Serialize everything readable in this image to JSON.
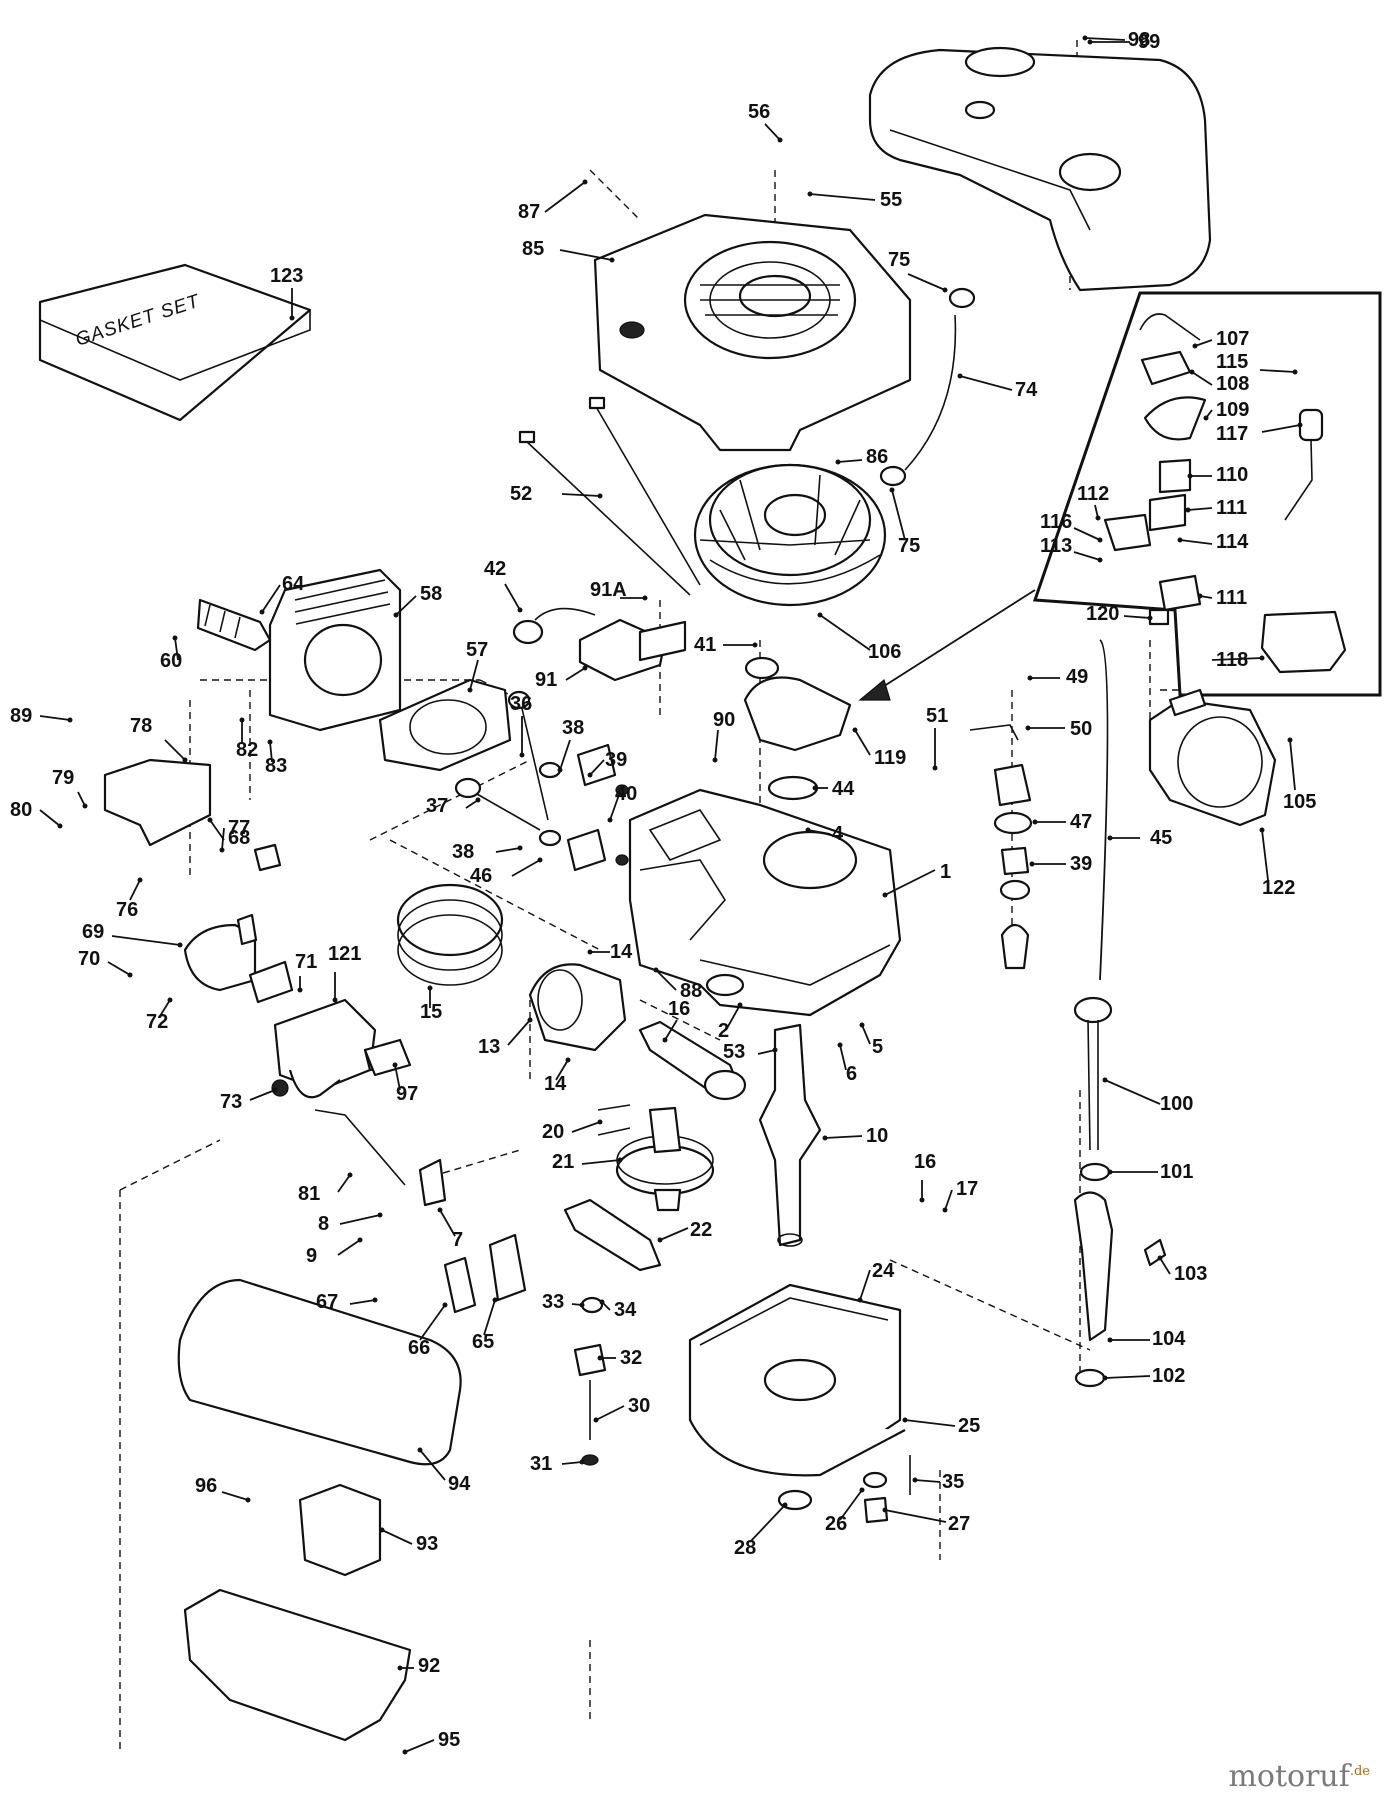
{
  "diagram": {
    "gasket_set_text": "GASKET SET",
    "labels": [
      {
        "text": "98"
      },
      {
        "text": "99"
      },
      {
        "text": "56"
      },
      {
        "text": "55"
      },
      {
        "text": "87"
      },
      {
        "text": "85"
      },
      {
        "text": "75"
      },
      {
        "text": "123"
      },
      {
        "text": "74"
      },
      {
        "text": "107"
      },
      {
        "text": "115"
      },
      {
        "text": "108"
      },
      {
        "text": "109"
      },
      {
        "text": "117"
      },
      {
        "text": "52"
      },
      {
        "text": "86"
      },
      {
        "text": "110"
      },
      {
        "text": "75"
      },
      {
        "text": "112"
      },
      {
        "text": "111"
      },
      {
        "text": "116"
      },
      {
        "text": "113"
      },
      {
        "text": "114"
      },
      {
        "text": "111"
      },
      {
        "text": "120"
      },
      {
        "text": "118"
      },
      {
        "text": "42"
      },
      {
        "text": "91A"
      },
      {
        "text": "64"
      },
      {
        "text": "58"
      },
      {
        "text": "60"
      },
      {
        "text": "41"
      },
      {
        "text": "106"
      },
      {
        "text": "49"
      },
      {
        "text": "57"
      },
      {
        "text": "91"
      },
      {
        "text": "89"
      },
      {
        "text": "36"
      },
      {
        "text": "38"
      },
      {
        "text": "90"
      },
      {
        "text": "51"
      },
      {
        "text": "50"
      },
      {
        "text": "78"
      },
      {
        "text": "82"
      },
      {
        "text": "119"
      },
      {
        "text": "105"
      },
      {
        "text": "39"
      },
      {
        "text": "83"
      },
      {
        "text": "79"
      },
      {
        "text": "44"
      },
      {
        "text": "37"
      },
      {
        "text": "40"
      },
      {
        "text": "80"
      },
      {
        "text": "4"
      },
      {
        "text": "47"
      },
      {
        "text": "45"
      },
      {
        "text": "38"
      },
      {
        "text": "77"
      },
      {
        "text": "68"
      },
      {
        "text": "39"
      },
      {
        "text": "46"
      },
      {
        "text": "1"
      },
      {
        "text": "122"
      },
      {
        "text": "76"
      },
      {
        "text": "69"
      },
      {
        "text": "14"
      },
      {
        "text": "70"
      },
      {
        "text": "71"
      },
      {
        "text": "121"
      },
      {
        "text": "88"
      },
      {
        "text": "16"
      },
      {
        "text": "2"
      },
      {
        "text": "15"
      },
      {
        "text": "72"
      },
      {
        "text": "13"
      },
      {
        "text": "53"
      },
      {
        "text": "5"
      },
      {
        "text": "6"
      },
      {
        "text": "14"
      },
      {
        "text": "73"
      },
      {
        "text": "97"
      },
      {
        "text": "100"
      },
      {
        "text": "20"
      },
      {
        "text": "10"
      },
      {
        "text": "101"
      },
      {
        "text": "81"
      },
      {
        "text": "21"
      },
      {
        "text": "16"
      },
      {
        "text": "17"
      },
      {
        "text": "8"
      },
      {
        "text": "22"
      },
      {
        "text": "9"
      },
      {
        "text": "7"
      },
      {
        "text": "103"
      },
      {
        "text": "24"
      },
      {
        "text": "67"
      },
      {
        "text": "33"
      },
      {
        "text": "34"
      },
      {
        "text": "66"
      },
      {
        "text": "65"
      },
      {
        "text": "104"
      },
      {
        "text": "32"
      },
      {
        "text": "102"
      },
      {
        "text": "30"
      },
      {
        "text": "25"
      },
      {
        "text": "94"
      },
      {
        "text": "31"
      },
      {
        "text": "35"
      },
      {
        "text": "96"
      },
      {
        "text": "26"
      },
      {
        "text": "27"
      },
      {
        "text": "93"
      },
      {
        "text": "28"
      },
      {
        "text": "92"
      },
      {
        "text": "95"
      }
    ]
  },
  "watermark": {
    "brand": "motoruf",
    "tld": ".de"
  }
}
